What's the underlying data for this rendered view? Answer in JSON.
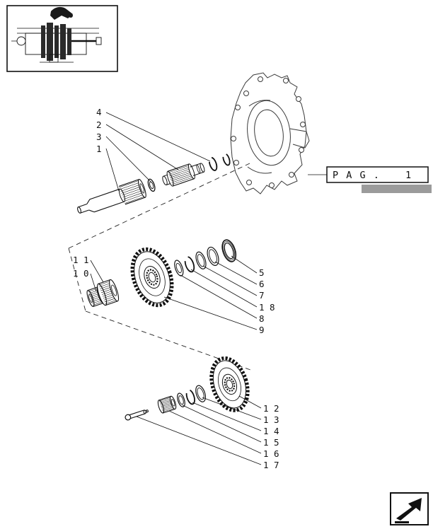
{
  "colors": {
    "background": "#ffffff",
    "line": "#111111",
    "gray_bar": "#9b9b9b"
  },
  "pag_box": {
    "label": "P A G .",
    "number": "1"
  },
  "callouts": {
    "c1": "1",
    "c2": "2",
    "c3": "3",
    "c4": "4",
    "c5": "5",
    "c6": "6",
    "c7": "7",
    "c8": "8",
    "c9": "9",
    "c10": "1 0",
    "c11": "1 1",
    "c12": "1 2",
    "c13": "1 3",
    "c14": "1 4",
    "c15": "1 5",
    "c16": "1 6",
    "c17": "1 7",
    "c18": "1 8"
  },
  "icons": {
    "continuation_arrow": "continuation-arrow-icon",
    "overview_thumbnail": "assembly-overview-thumbnail"
  }
}
